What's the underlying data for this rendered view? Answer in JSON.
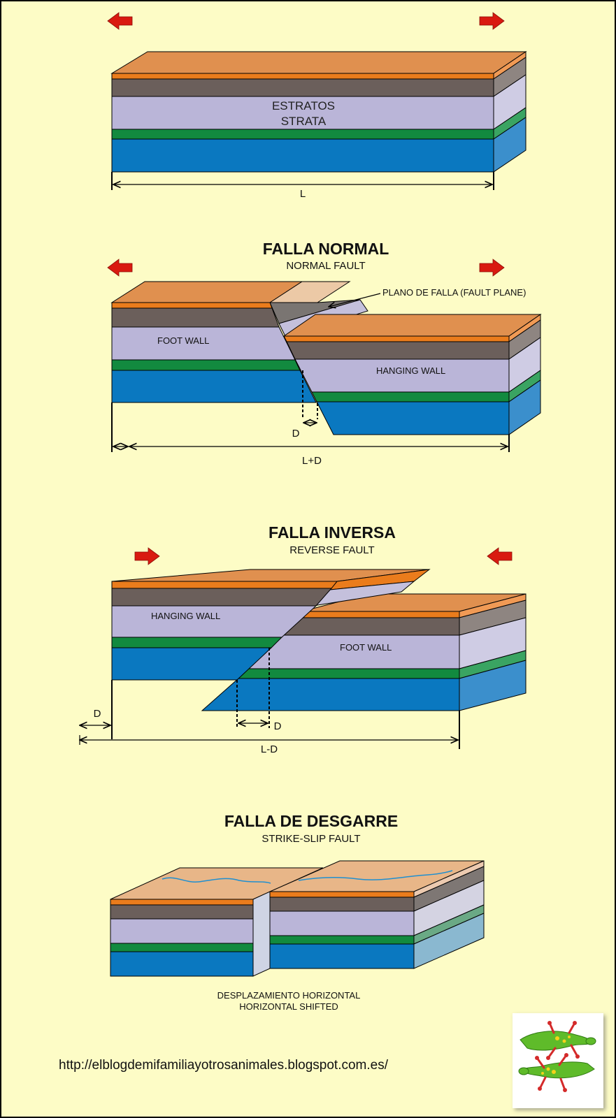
{
  "colors": {
    "background": "#fdfcc6",
    "top_surface": "#e0904f",
    "orange_layer": "#ea7c1c",
    "brown_layer": "#6b5f5b",
    "lavender_layer": "#bab5d8",
    "green_layer": "#128a3f",
    "blue_layer": "#0a78c0",
    "arrow_red": "#d91a10"
  },
  "panel1": {
    "label_es": "ESTRATOS",
    "label_en": "STRATA",
    "length_label": "L"
  },
  "panel2": {
    "title": "FALLA NORMAL",
    "subtitle": "NORMAL FAULT",
    "fault_plane_label": "PLANO DE FALLA (FAULT PLANE)",
    "foot_wall_label": "FOOT WALL",
    "hanging_wall_label": "HANGING WALL",
    "displacement_label": "D",
    "length_label": "L+D"
  },
  "panel3": {
    "title": "FALLA INVERSA",
    "subtitle": "REVERSE FAULT",
    "hanging_wall_label": "HANGING WALL",
    "foot_wall_label": "FOOT WALL",
    "left_displacement_label": "D",
    "displacement_label": "D",
    "length_label": "L-D"
  },
  "panel4": {
    "title": "FALLA DE DESGARRE",
    "subtitle": "STRIKE-SLIP FAULT",
    "caption_line1": "DESPLAZAMIENTO HORIZONTAL",
    "caption_line2": "HORIZONTAL SHIFTED"
  },
  "footer": {
    "url": "http://elblogdemifamiliayotrosanimales.blogspot.com.es/",
    "logo_icon": "lizards-logo-icon"
  }
}
